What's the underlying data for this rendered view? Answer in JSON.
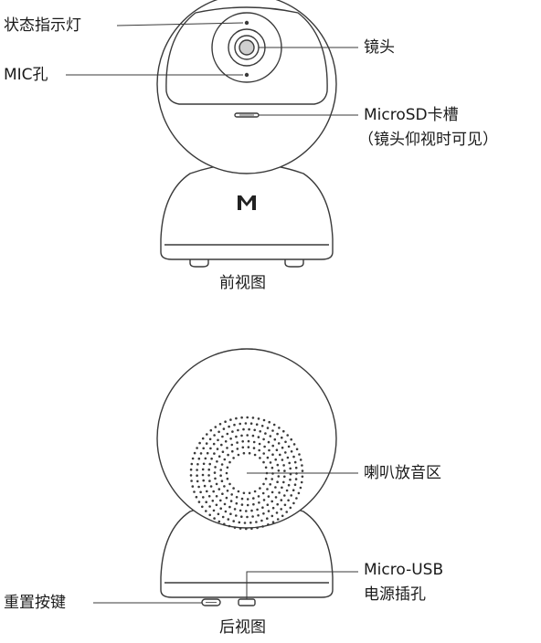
{
  "front": {
    "caption": "前视图",
    "labels": {
      "status_light": "状态指示灯",
      "mic": "MIC孔",
      "lens": "镜头",
      "microsd": "MicroSD卡槽",
      "microsd_note": "（镜头仰视时可见）"
    }
  },
  "back": {
    "caption": "后视图",
    "labels": {
      "speaker": "喇叭放音区",
      "reset": "重置按键",
      "usb": "Micro-USB",
      "power": "电源插孔"
    }
  },
  "colors": {
    "outline": "#3a3a3a",
    "text": "#1a1a1a",
    "logo": "#222222"
  },
  "icons": {
    "brand_logo": "m-logo-icon"
  }
}
